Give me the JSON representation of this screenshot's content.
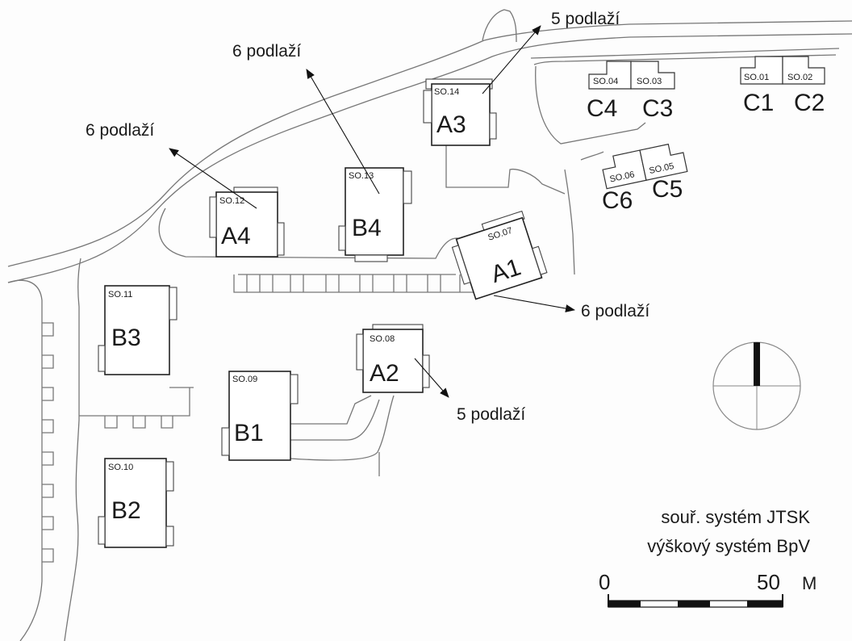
{
  "buildings": [
    {
      "id": "A1",
      "so": "SO.07",
      "floors": "6 podlaží"
    },
    {
      "id": "A2",
      "so": "SO.08",
      "floors": "5 podlaží"
    },
    {
      "id": "A3",
      "so": "SO.14",
      "floors": "5 podlaží"
    },
    {
      "id": "A4",
      "so": "SO.12",
      "floors": "6 podlaží"
    },
    {
      "id": "B1",
      "so": "SO.09"
    },
    {
      "id": "B2",
      "so": "SO.10"
    },
    {
      "id": "B3",
      "so": "SO.11"
    },
    {
      "id": "B4",
      "so": "SO.13",
      "floors": "6 podlaží"
    },
    {
      "id": "C1",
      "so": "SO.01"
    },
    {
      "id": "C2",
      "so": "SO.02"
    },
    {
      "id": "C3",
      "so": "SO.03"
    },
    {
      "id": "C4",
      "so": "SO.04"
    },
    {
      "id": "C5",
      "so": "SO.05"
    },
    {
      "id": "C6",
      "so": "SO.06"
    }
  ],
  "legend": {
    "coordinate_system": "souř. systém JTSK",
    "height_system": "výškový systém BpV"
  },
  "scale_bar": {
    "start": "0",
    "end": "50",
    "unit": "M"
  },
  "north_arrow": true
}
